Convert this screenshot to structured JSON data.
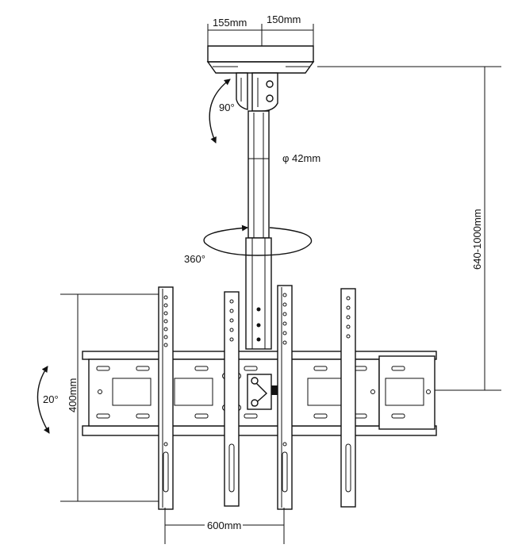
{
  "labels": {
    "width_a": "155mm",
    "width_b": "150mm",
    "tilt_top": "90°",
    "pole_diameter": "φ 42mm",
    "swivel": "360°",
    "height_range": "640-1000mm",
    "tilt_side": "20°",
    "vesa_height": "400mm",
    "vesa_width": "600mm"
  }
}
